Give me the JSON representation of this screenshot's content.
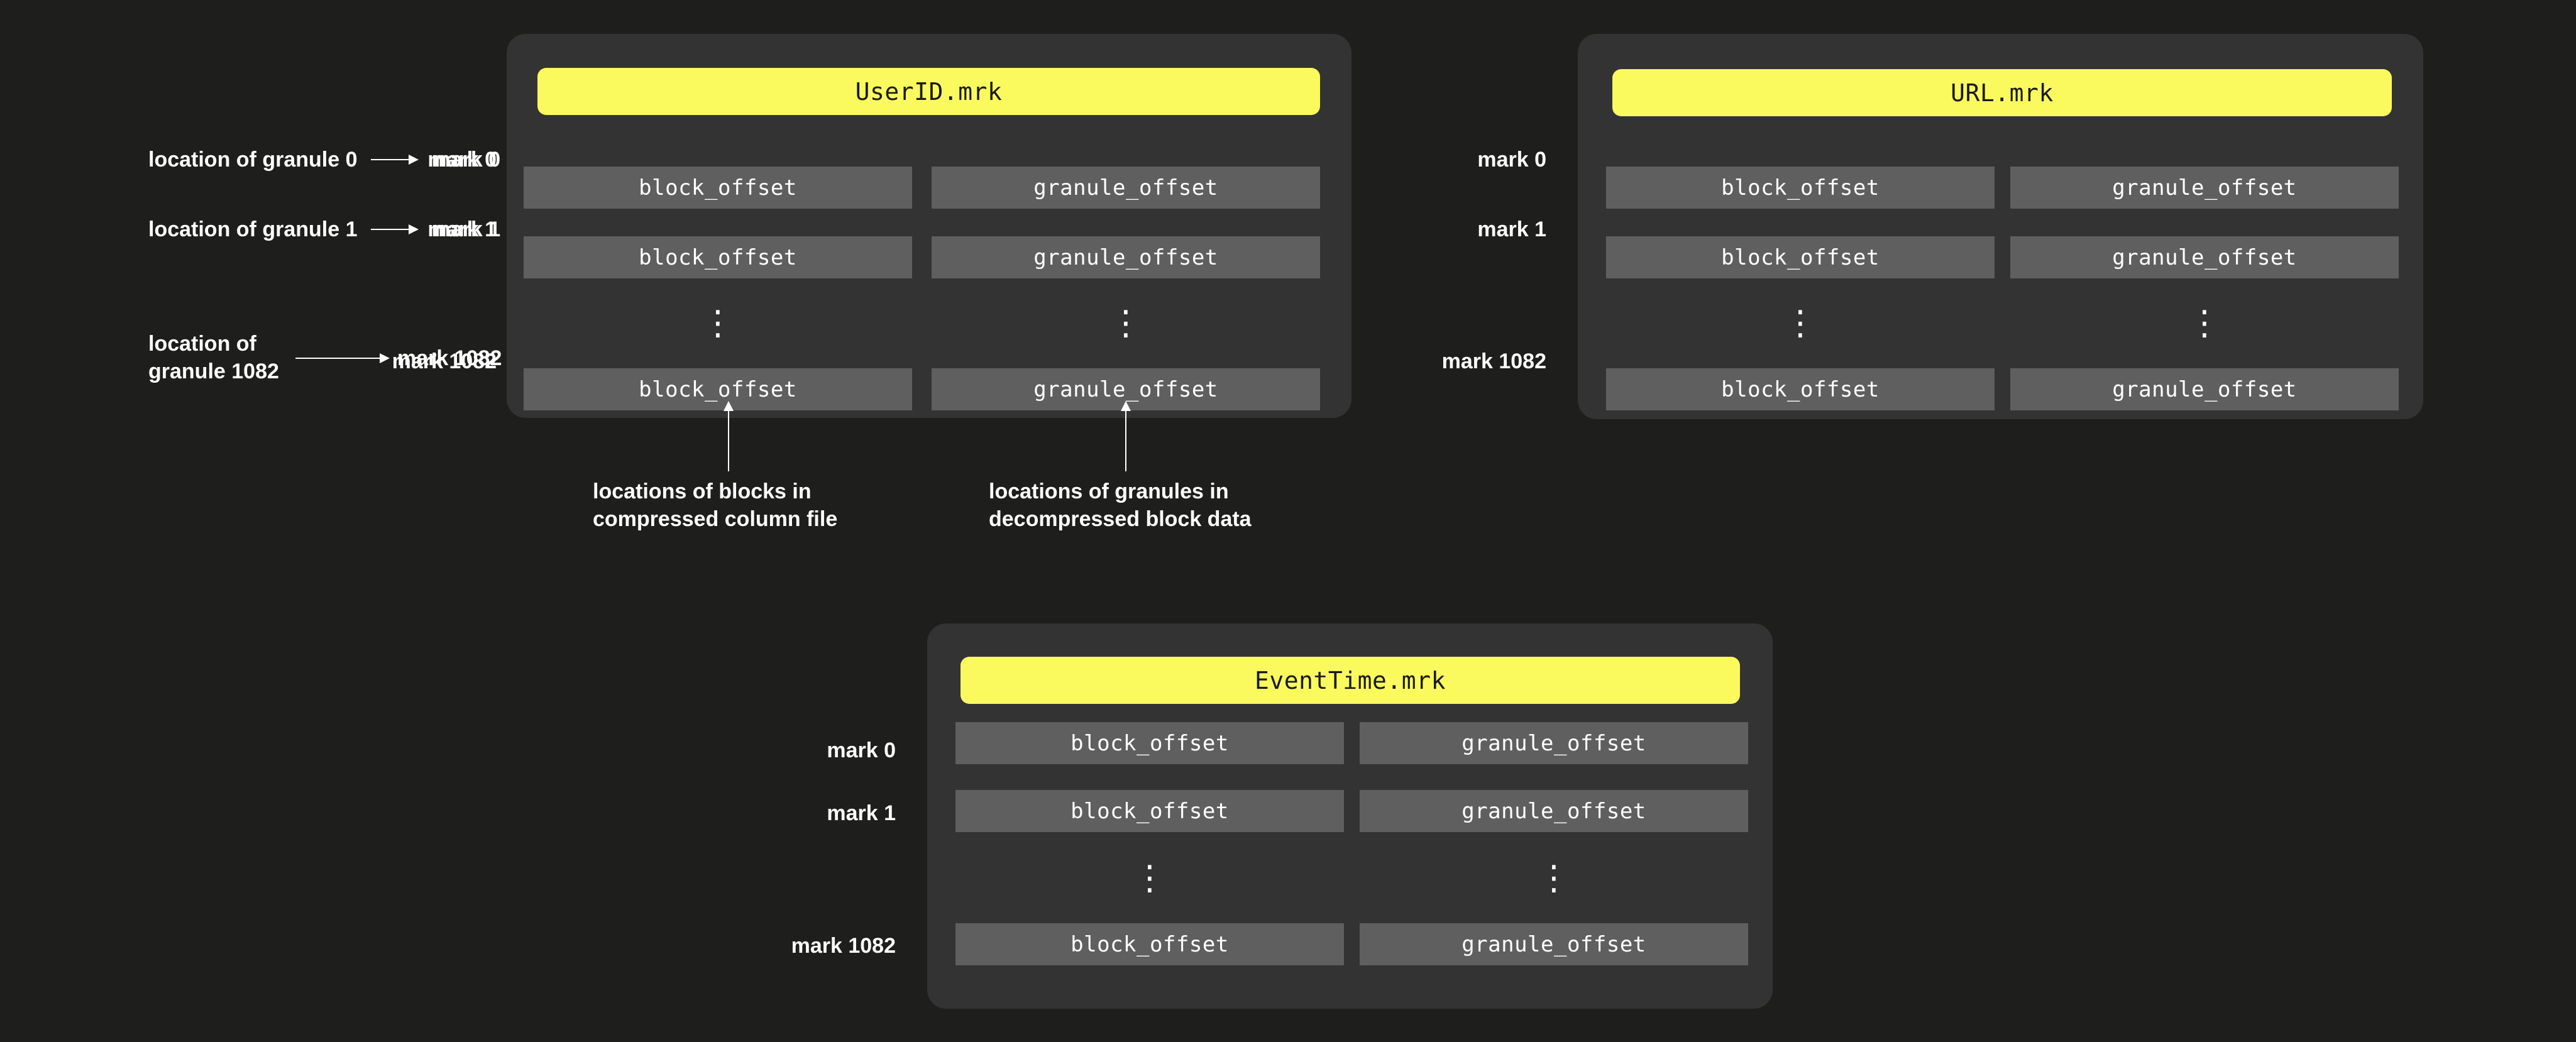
{
  "diagram": {
    "background_color": "#1e1e1c",
    "panel_color": "#333333",
    "title_color": "#fafa5f",
    "cell_color": "#5f5f5f",
    "text_color": "#ffffff",
    "ellipsis_glyph": "⋮"
  },
  "granule_annotations": [
    {
      "text": "location of granule 0",
      "arrow": "right-arrow",
      "target": "mark 0"
    },
    {
      "text": "location of granule 1",
      "arrow": "right-arrow",
      "target": "mark 1"
    },
    {
      "text": "location of\ngranule 1082",
      "arrow": "right-arrow",
      "target": "mark 1082"
    }
  ],
  "panels": [
    {
      "id": "userid",
      "title": "UserID.mrk",
      "marks": [
        "mark 0",
        "mark 1",
        "mark 1082"
      ],
      "columns": [
        "block_offset",
        "granule_offset"
      ],
      "rows": [
        {
          "mark": "mark 0",
          "block_offset": "block_offset",
          "granule_offset": "granule_offset"
        },
        {
          "mark": "mark 1",
          "block_offset": "block_offset",
          "granule_offset": "granule_offset"
        },
        {
          "mark": "mark 1082",
          "block_offset": "block_offset",
          "granule_offset": "granule_offset"
        }
      ],
      "ellipsis": "⋮"
    },
    {
      "id": "url",
      "title": "URL.mrk",
      "marks": [
        "mark 0",
        "mark 1",
        "mark 1082"
      ],
      "columns": [
        "block_offset",
        "granule_offset"
      ],
      "rows": [
        {
          "mark": "mark 0",
          "block_offset": "block_offset",
          "granule_offset": "granule_offset"
        },
        {
          "mark": "mark 1",
          "block_offset": "block_offset",
          "granule_offset": "granule_offset"
        },
        {
          "mark": "mark 1082",
          "block_offset": "block_offset",
          "granule_offset": "granule_offset"
        }
      ],
      "ellipsis": "⋮"
    },
    {
      "id": "eventtime",
      "title": "EventTime.mrk",
      "marks": [
        "mark 0",
        "mark 1",
        "mark 1082"
      ],
      "columns": [
        "block_offset",
        "granule_offset"
      ],
      "rows": [
        {
          "mark": "mark 0",
          "block_offset": "block_offset",
          "granule_offset": "granule_offset"
        },
        {
          "mark": "mark 1",
          "block_offset": "block_offset",
          "granule_offset": "granule_offset"
        },
        {
          "mark": "mark 1082",
          "block_offset": "block_offset",
          "granule_offset": "granule_offset"
        }
      ],
      "ellipsis": "⋮"
    }
  ],
  "callouts": [
    {
      "id": "blocks",
      "text": "locations of blocks in\ncompressed column file"
    },
    {
      "id": "granules",
      "text": "locations of granules in\ndecompressed block data"
    }
  ]
}
